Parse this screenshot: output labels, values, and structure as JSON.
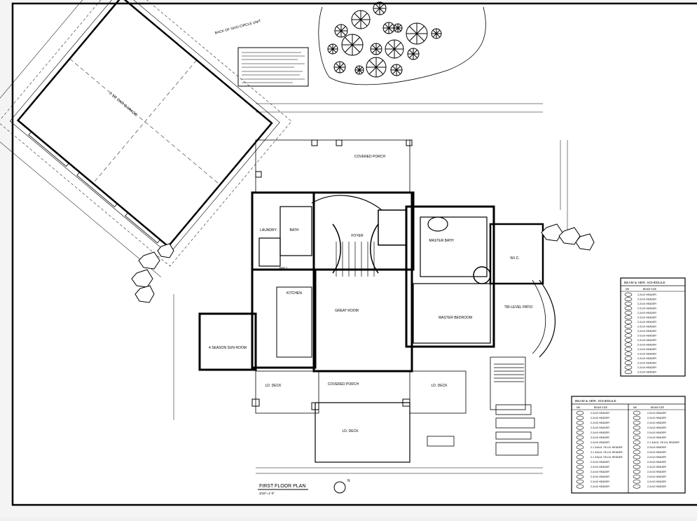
{
  "plan_title": "FIRST FLOOR PLAN",
  "plan_scale": "3/16\"=1'-0\"",
  "north_label": "N",
  "rooms": [
    {
      "label": "3 1/2 CAR GARAGE"
    },
    {
      "label": "COVERED PORCH"
    },
    {
      "label": "FOYER"
    },
    {
      "label": "BATH"
    },
    {
      "label": "LAUNDRY"
    },
    {
      "label": "HALL"
    },
    {
      "label": "KITCHEN"
    },
    {
      "label": "GREAT ROOM"
    },
    {
      "label": "MASTER BEDROOM"
    },
    {
      "label": "MASTER BATH"
    },
    {
      "label": "W.I.C."
    },
    {
      "label": "TRI-LEVEL PATIO"
    },
    {
      "label": "4 SEASON SUN ROOM"
    },
    {
      "label": "LD. DECK"
    },
    {
      "label": "COVERED PORCH"
    },
    {
      "label": "LD. DECK"
    },
    {
      "label": "LD. DECK"
    },
    {
      "label": "BACK OF SKID CIRCLE UNIT"
    }
  ],
  "schedule_small": {
    "title": "BEAM & HDR. SCHEDULE",
    "col_mark": "MK",
    "col_size": "BEAM SIZE",
    "rows": [
      "2-2x10 HEADER",
      "2-2x10 HEADER",
      "2-2x10 HEADER",
      "2-2x10 HEADER",
      "2-2x10 HEADER",
      "2-2x10 HEADER",
      "2-2x10 HEADER",
      "2-2x10 HEADER",
      "2-2x10 HEADER",
      "2-2x10 HEADER",
      "2-2x10 HEADER",
      "2-2x10 HEADER",
      "2-2x10 HEADER",
      "2-2x10 HEADER",
      "2-2x10 HEADER",
      "2-2x10 HEADER",
      "2-2x10 HEADER",
      "2-2x10 HEADER"
    ]
  },
  "schedule_large": {
    "title": "BEAM & HDR. SCHEDULE",
    "col_mark": "MK",
    "col_size": "BEAM SIZE",
    "left_rows": [
      "2-2x10 HEADER",
      "2-2x10 HEADER",
      "2-2x10 HEADER",
      "2-2x10 HEADER",
      "2-2x10 HEADER",
      "2-2x10 HEADER",
      "2-2x10 HEADER",
      "2-1 3/4x11 7/8 LVL HEADER",
      "2-1 3/4x11 7/8 LVL HEADER",
      "2-1 3/4x11 7/8 LVL HEADER",
      "2-2x10 HEADER",
      "2-2x10 HEADER",
      "2-2x10 HEADER",
      "2-2x10 HEADER",
      "2-2x10 HEADER",
      "2-2x10 HEADER"
    ],
    "right_rows": [
      "2-2x10 HEADER",
      "2-2x10 HEADER",
      "2-2x10 HEADER",
      "2-2x10 HEADER",
      "2-2x10 HEADER",
      "2-2x10 HEADER",
      "2-1 3/4x11 7/8 LVL HEADER",
      "2-2x10 HEADER",
      "2-2x10 HEADER",
      "2-2x10 HEADER",
      "2-2x10 HEADER",
      "2-2x10 HEADER",
      "2-2x10 HEADER",
      "2-2x10 HEADER",
      "2-2x10 HEADER",
      "2-2x10 HEADER"
    ]
  }
}
